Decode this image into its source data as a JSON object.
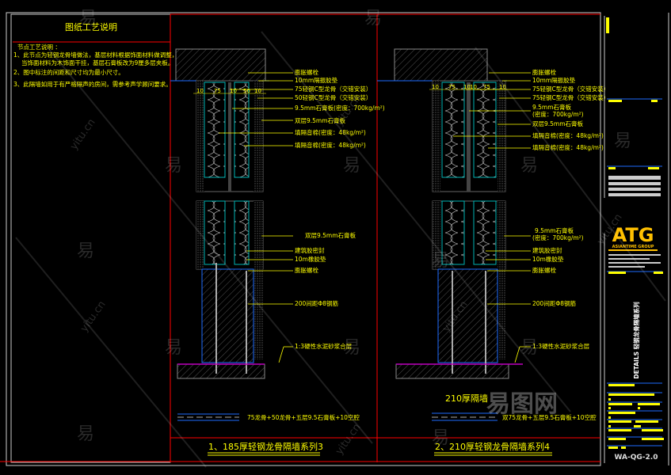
{
  "notes_panel": {
    "title": "图纸工艺说明",
    "heading": "节点工艺说明 ：",
    "lines": [
      "1、此节点为轻钢龙骨墙做法，基层材料根据饰面材料做调整，",
      "当饰面材料为木饰面干挂，基层石膏板改为9厘多层夹板。",
      "2、图中标注的间距和尺寸均为最小尺寸。",
      "3、此隔墙如用于有严格隔声的房间，需参考声学顾问要求。"
    ]
  },
  "detail1": {
    "dims": [
      "10",
      "75",
      "10",
      "50",
      "10"
    ],
    "upper_callouts": [
      "膨胀螺栓",
      "10mm隔振胶垫",
      "75轻钢C型龙骨（交错安装）",
      "50轻钢C型龙骨（交错安装）",
      "9.5mm石膏板(密度：700kg/m²)",
      "双层9.5mm石膏板",
      "填隔音棉(密度：48kg/m²)",
      "填隔音棉(密度：48kg/m²)"
    ],
    "lower_callouts": [
      "双层9.5mm石膏板",
      "建筑胶密封",
      "10m橡胶垫",
      "膨胀螺栓",
      "200间距Φ8钢筋",
      "1:3硬性水泥砂浆合层"
    ],
    "plan_note": "75龙骨+50龙骨+五层9.5石膏板+10空腔",
    "title": "1、185厚轻钢龙骨隔墙系列3"
  },
  "detail2": {
    "dims": [
      "10",
      "75",
      "10",
      "10",
      "75",
      "10"
    ],
    "upper_callouts": [
      "膨胀螺栓",
      "10mm隔振胶垫",
      "75轻钢C型龙骨（交错安装）",
      "75轻钢C型龙骨（交错安装）",
      "9.5mm石膏板",
      "(密度：700kg/m²)",
      "双层9.5mm石膏板",
      "填隔音棉(密度：48kg/m²)",
      "填隔音棉(密度：48kg/m²)"
    ],
    "lower_callouts": [
      "9.5mm石膏板",
      "(密度：700kg/m²)",
      "建筑胶密封",
      "10m橡胶垫",
      "膨胀螺栓",
      "200间距Φ8钢筋",
      "1:3硬性水泥砂浆合层"
    ],
    "subtitle": "210厚隔墙",
    "plan_note": "双75龙骨+五层9.5石膏板+10空腔",
    "title": "2、210厚轻钢龙骨隔墙系列4"
  },
  "title_block": {
    "logo": "ATG",
    "company": "ASIANTIME GROUP",
    "drawing_title": "DETAILS  轻钢龙骨隔墙系列",
    "drawing_number": "WA-QG-2.0"
  },
  "watermark": {
    "glyph": "易",
    "url": "yitu.cn",
    "brand": "易图网"
  },
  "colors": {
    "frame_red": "#ff0000",
    "text": "#ffff00",
    "accent_blue": "#1e6cff",
    "stud_cyan": "#00b4b4",
    "floor_magenta": "#c000c0"
  }
}
